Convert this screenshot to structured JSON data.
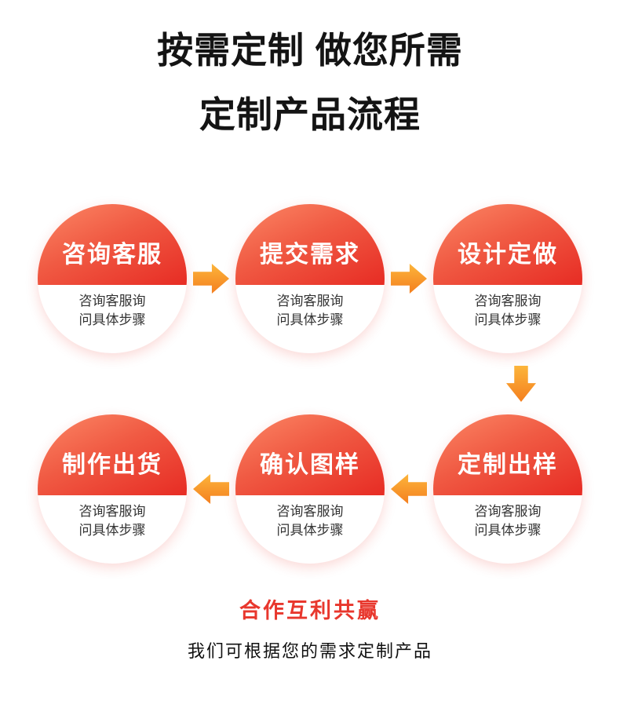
{
  "header": {
    "title_line1": "按需定制 做您所需",
    "title_line2": "定制产品流程"
  },
  "steps": [
    {
      "title": "咨询客服",
      "desc": [
        "咨询客服询",
        "问具体步骤"
      ]
    },
    {
      "title": "提交需求",
      "desc": [
        "咨询客服询",
        "问具体步骤"
      ]
    },
    {
      "title": "设计定做",
      "desc": [
        "咨询客服询",
        "问具体步骤"
      ]
    },
    {
      "title": "定制出样",
      "desc": [
        "咨询客服询",
        "问具体步骤"
      ]
    },
    {
      "title": "确认图样",
      "desc": [
        "咨询客服询",
        "问具体步骤"
      ]
    },
    {
      "title": "制作出货",
      "desc": [
        "咨询客服询",
        "问具体步骤"
      ]
    }
  ],
  "footer": {
    "slogan": "合作互利共赢",
    "subtitle": "我们可根据您的需求定制产品"
  },
  "colors": {
    "circle_red_light": "#fc8866",
    "circle_red_dark": "#e72c24",
    "arrow_orange_light": "#fcb53b",
    "arrow_orange_dark": "#f47f1f",
    "slogan_red": "#e8372d",
    "title_black": "#141414"
  }
}
